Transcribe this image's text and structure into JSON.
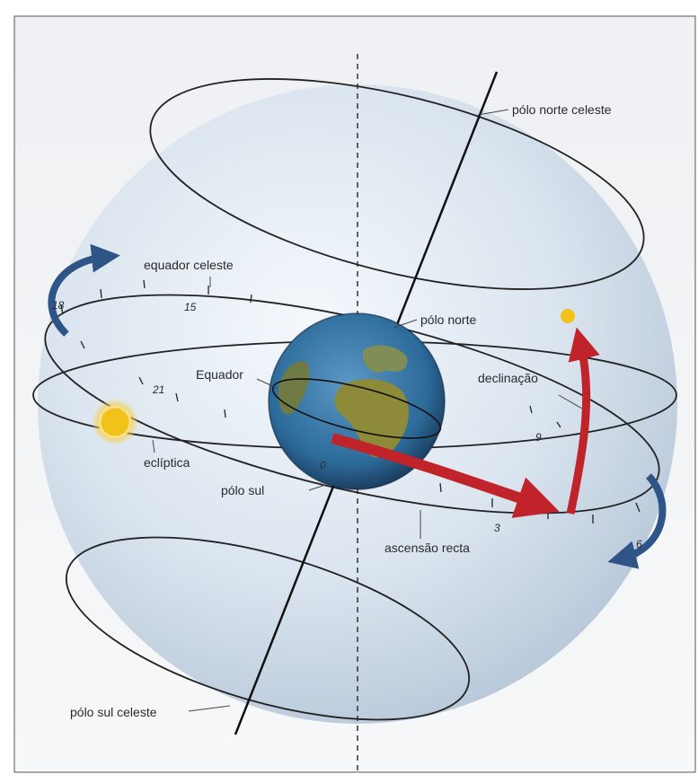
{
  "labels": {
    "north_celestial_pole": "pólo norte celeste",
    "celestial_equator": "equador celeste",
    "north_pole": "pólo norte",
    "equator": "Equador",
    "declination": "declinação",
    "ecliptic": "eclíptica",
    "south_pole": "pólo sul",
    "right_ascension": "ascensão recta",
    "south_celestial_pole": "pólo sul celeste"
  },
  "hour_marks": [
    "18",
    "15",
    "21",
    "0",
    "3",
    "6",
    "9"
  ],
  "colors": {
    "sphere_light": "#f4f8fc",
    "sphere_dark": "#b9c9da",
    "arrow_red": "#c0242a",
    "rotation_arrow": "#2f5588",
    "sun": "#f3c21a",
    "ocean": "#2c6a9a",
    "land": "#8d8a3a"
  }
}
